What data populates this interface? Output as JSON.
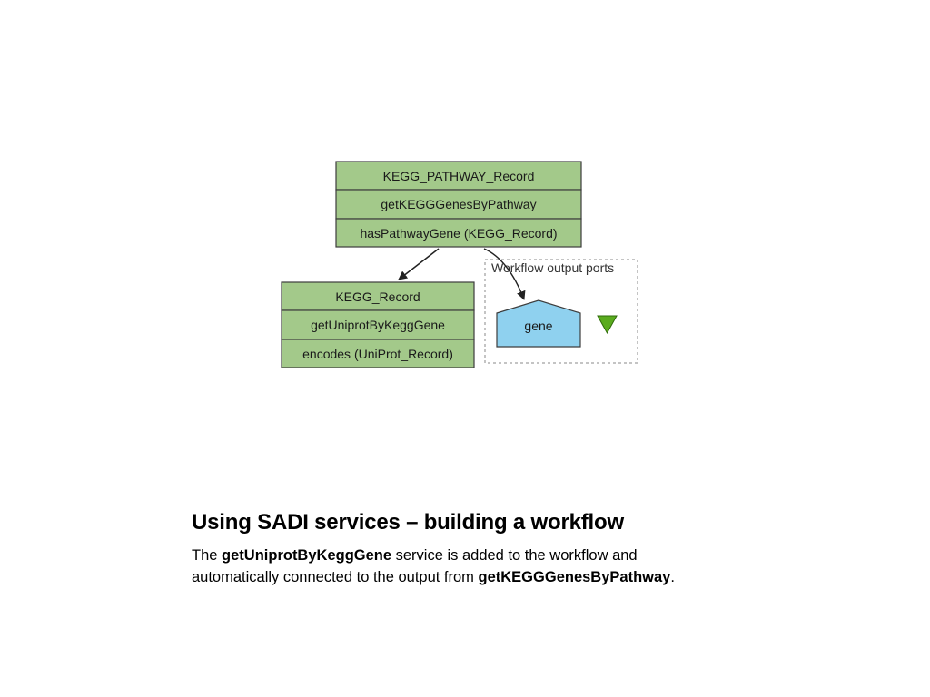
{
  "colors": {
    "service_fill": "#a3c98a",
    "service_stroke": "#3d3d3d",
    "port_fill": "#8fd1ef",
    "port_triangle": "#5aab1e",
    "edge": "#222222",
    "dashed_border": "#8a8a8a"
  },
  "diagram": {
    "pathway_record": {
      "title": "KEGG_PATHWAY_Record",
      "service": "getKEGGGenesByPathway",
      "output": "hasPathwayGene (KEGG_Record)"
    },
    "kegg_record": {
      "title": "KEGG_Record",
      "service": "getUniprotByKeggGene",
      "output": "encodes (UniProt_Record)"
    },
    "output_ports": {
      "label": "Workflow output ports",
      "gene_label": "gene",
      "icon": "green-triangle-down-icon"
    }
  },
  "caption": {
    "title": "Using SADI services – building a workflow",
    "line1_prefix": "The ",
    "line1_bold": "getUniprotByKeggGene",
    "line1_suffix": " service is added to the workflow and",
    "line2_prefix": "automatically connected to the output from ",
    "line2_bold": "getKEGGGenesByPathway",
    "line2_suffix": "."
  }
}
